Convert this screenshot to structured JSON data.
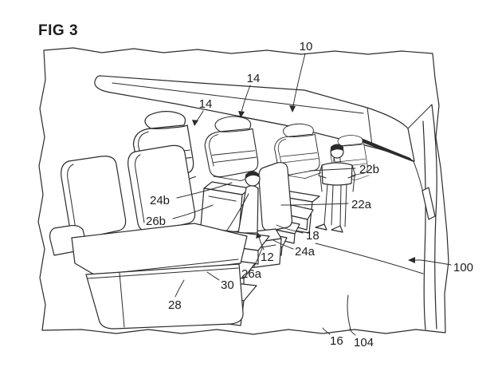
{
  "figure": {
    "title": "FIG 3",
    "colors": {
      "ink": "#2b2b2b",
      "paper": "#ffffff"
    }
  },
  "labels": {
    "l10": "10",
    "l14a": "14",
    "l14b": "14",
    "l22b": "22b",
    "l22a": "22a",
    "l24b": "24b",
    "l26b": "26b",
    "l18": "18",
    "l24a": "24a",
    "l12": "12",
    "l26a": "26a",
    "l30": "30",
    "l28": "28",
    "l16": "16",
    "l104": "104",
    "l100": "100"
  }
}
